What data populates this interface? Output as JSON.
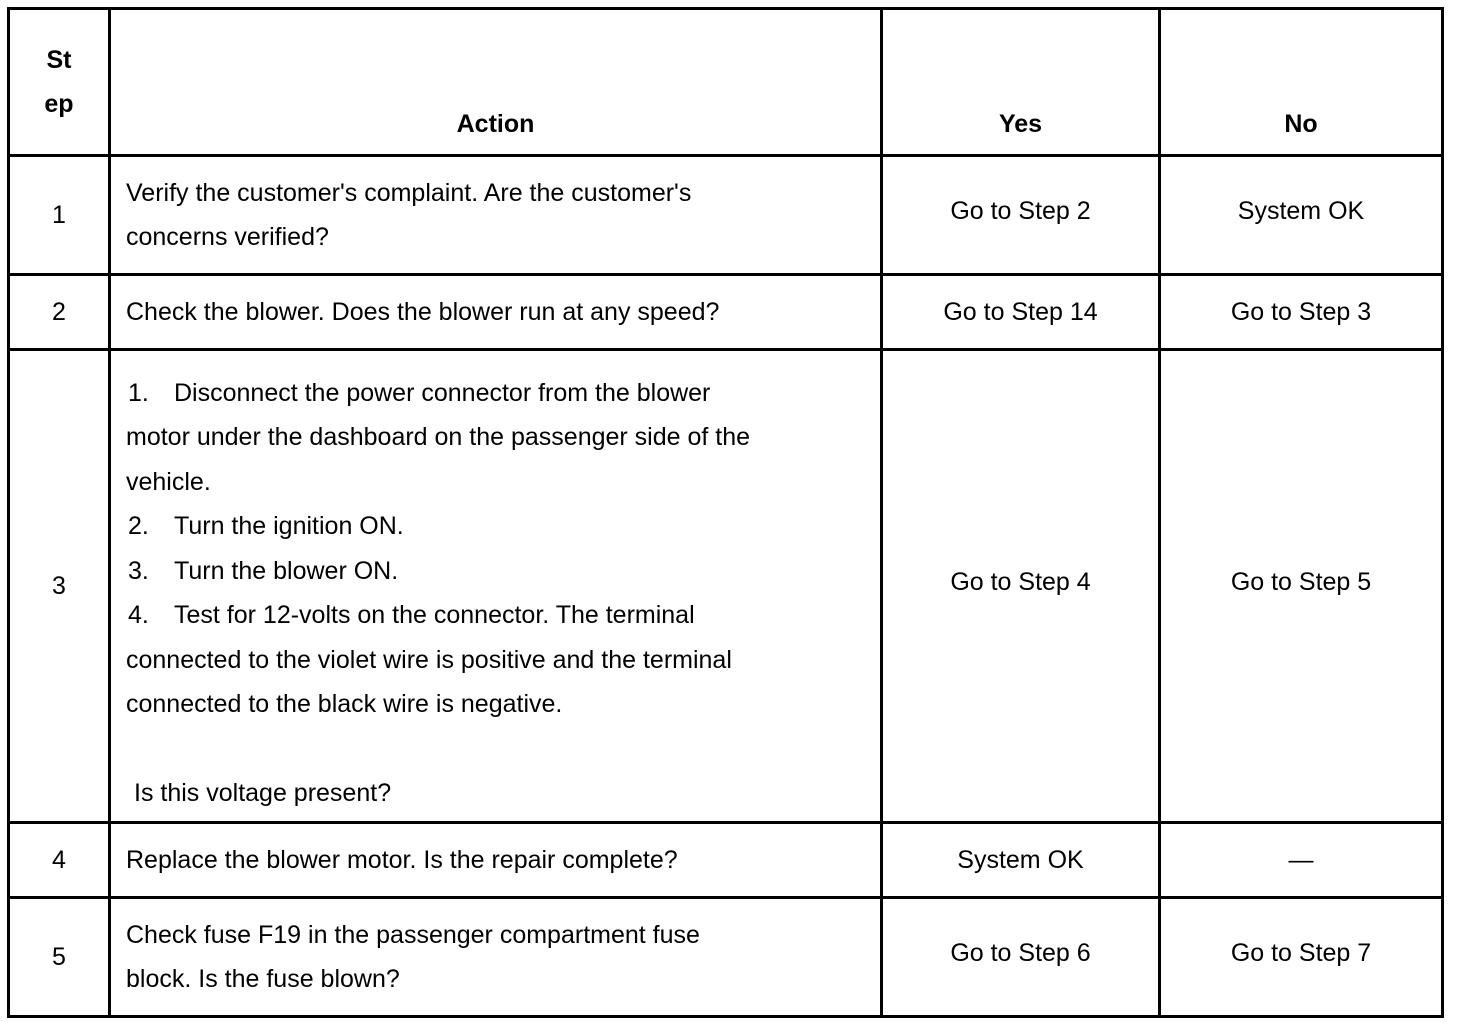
{
  "table": {
    "headers": {
      "step_line1": "St",
      "step_line2": "ep",
      "action": "Action",
      "yes": "Yes",
      "no": "No"
    },
    "rows": [
      {
        "step": "1",
        "action_line1": "Verify the customer's complaint. Are the customer's",
        "action_line2": "concerns verified?",
        "yes": "Go to Step 2",
        "no": "System OK"
      },
      {
        "step": "2",
        "action": "Check the blower. Does the blower run at any speed?",
        "yes": "Go to Step 14",
        "no": "Go to Step 3"
      },
      {
        "step": "3",
        "items": [
          {
            "num": "1.",
            "text": "Disconnect the power connector from the blower"
          },
          {
            "num": "",
            "text": "motor under the dashboard on the passenger side of the"
          },
          {
            "num": "",
            "text": "vehicle."
          },
          {
            "num": "2.",
            "text": "Turn the ignition ON."
          },
          {
            "num": "3.",
            "text": "Turn the blower ON."
          },
          {
            "num": "4.",
            "text": "Test for 12-volts on the connector. The terminal"
          },
          {
            "num": "",
            "text": "connected to the violet wire is positive and the terminal"
          },
          {
            "num": "",
            "text": "connected to the black wire is negative."
          }
        ],
        "question": "Is this voltage present?",
        "yes": "Go to Step 4",
        "no": "Go to Step 5"
      },
      {
        "step": "4",
        "action": "Replace the blower motor. Is the repair complete?",
        "yes": "System OK",
        "no": "—"
      },
      {
        "step": "5",
        "action_line1": "Check fuse F19 in the passenger compartment fuse",
        "action_line2": "block. Is the fuse blown?",
        "yes": "Go to Step 6",
        "no": "Go to Step 7"
      }
    ]
  }
}
